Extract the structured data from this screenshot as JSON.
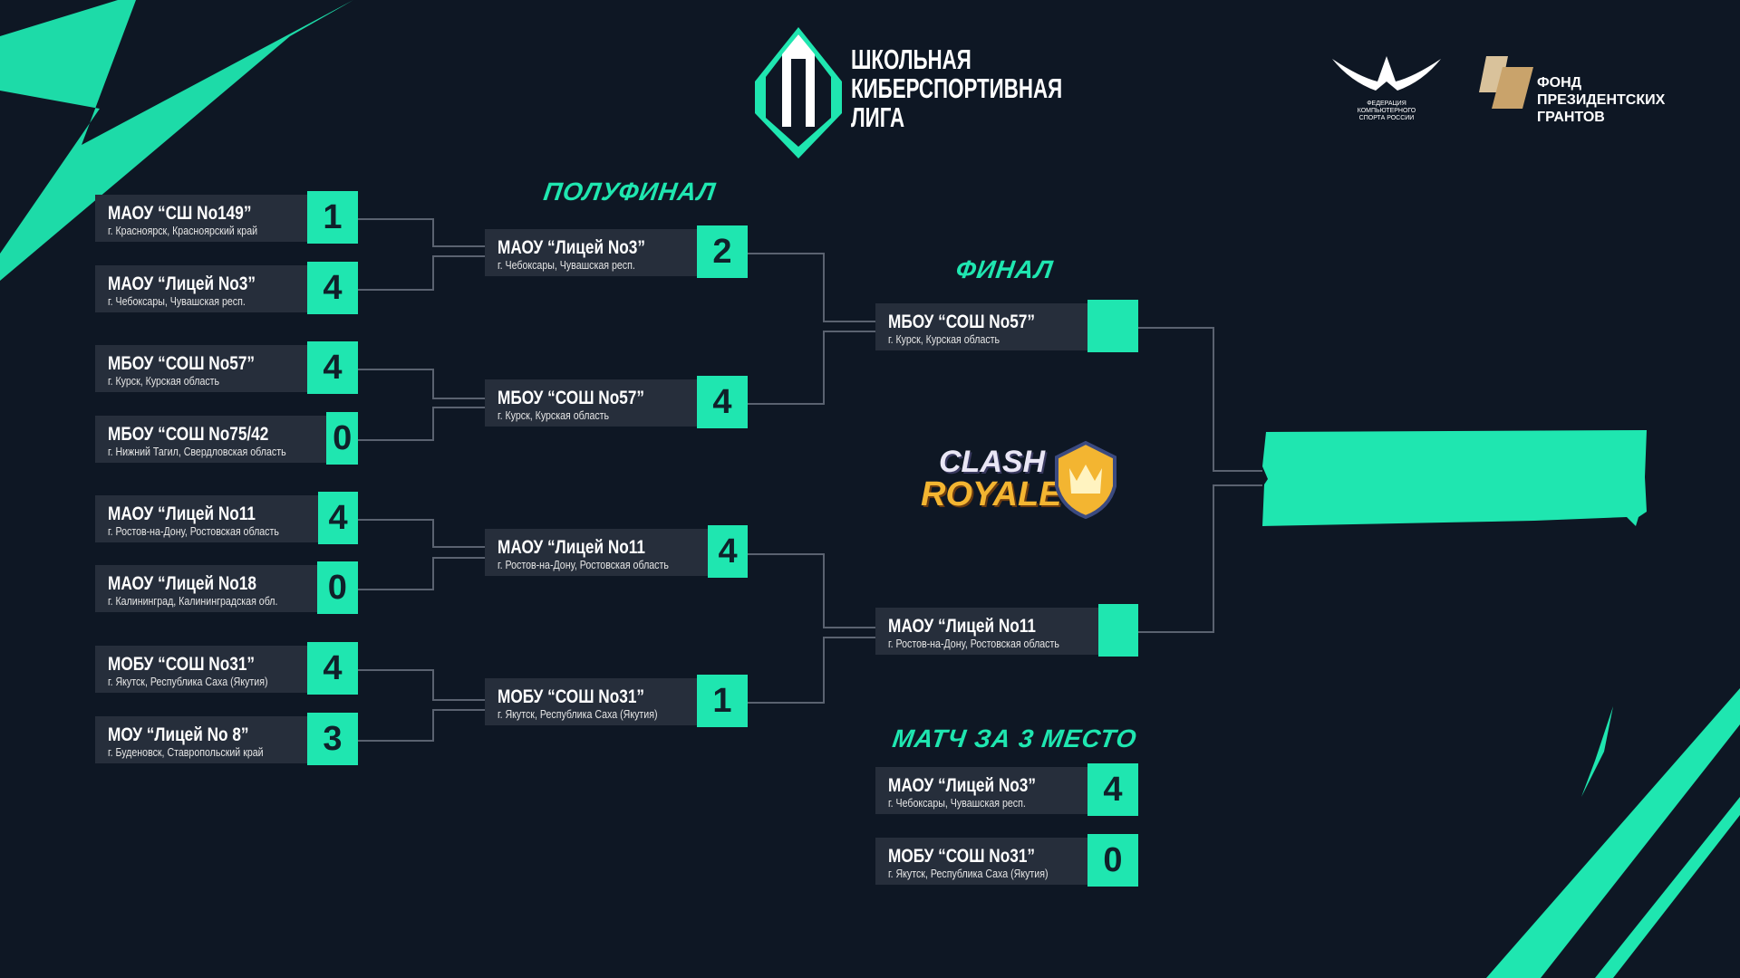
{
  "header": {
    "league_line1": "ШКОЛЬНАЯ",
    "league_line2": "КИБЕРСПОРТИВНАЯ",
    "league_line3": "ЛИГА",
    "federation": "ФЕДЕРАЦИЯ КОМПЬЮТЕРНОГО СПОРТА РОССИИ",
    "fund_line1": "ФОНД",
    "fund_line2": "ПРЕЗИДЕНТСКИХ",
    "fund_line3": "ГРАНТОВ"
  },
  "titles": {
    "semifinal": "ПОЛУФИНАЛ",
    "final": "ФИНАЛ",
    "third": "МАТЧ ЗА 3 МЕСТО"
  },
  "game": {
    "line1": "CLASH",
    "line2": "ROYALE"
  },
  "colors": {
    "accent": "#1fe6b0",
    "background": "#0e1724",
    "card": "#262e3b"
  },
  "round1": [
    {
      "name": "МАОУ “СШ No149”",
      "city": "г. Красноярск, Красноярский край",
      "score": "1"
    },
    {
      "name": "МАОУ “Лицей No3”",
      "city": "г. Чебоксары, Чувашская респ.",
      "score": "4"
    },
    {
      "name": "МБОУ “СОШ No57”",
      "city": "г. Курск, Курская область",
      "score": "4"
    },
    {
      "name": "МБОУ “СОШ No75/42",
      "city": "г. Нижний Тагил, Свердловская область",
      "score": "0"
    },
    {
      "name": "МАОУ “Лицей No11",
      "city": "г. Ростов-на-Дону, Ростовская область",
      "score": "4"
    },
    {
      "name": "МАОУ “Лицей No18",
      "city": "г. Калининград, Калининградская обл.",
      "score": "0"
    },
    {
      "name": "МОБУ “СОШ No31”",
      "city": "г. Якутск, Республика Саха (Якутия)",
      "score": "4"
    },
    {
      "name": "МОУ “Лицей No 8”",
      "city": "г. Буденовск, Ставропольский край",
      "score": "3"
    }
  ],
  "semifinal": [
    {
      "name": "МАОУ “Лицей No3”",
      "city": "г. Чебоксары, Чувашская респ.",
      "score": "2"
    },
    {
      "name": "МБОУ “СОШ No57”",
      "city": "г. Курск, Курская область",
      "score": "4"
    },
    {
      "name": "МАОУ “Лицей No11",
      "city": "г. Ростов-на-Дону, Ростовская область",
      "score": "4"
    },
    {
      "name": "МОБУ “СОШ No31”",
      "city": "г. Якутск, Республика Саха (Якутия)",
      "score": "1"
    }
  ],
  "final": [
    {
      "name": "МБОУ “СОШ No57”",
      "city": "г. Курск, Курская область",
      "score": ""
    },
    {
      "name": "МАОУ “Лицей No11",
      "city": "г. Ростов-на-Дону, Ростовская область",
      "score": ""
    }
  ],
  "third_place": [
    {
      "name": "МАОУ “Лицей No3”",
      "city": "г. Чебоксары, Чувашская респ.",
      "score": "4"
    },
    {
      "name": "МОБУ “СОШ No31”",
      "city": "г. Якутск, Республика Саха (Якутия)",
      "score": "0"
    }
  ]
}
